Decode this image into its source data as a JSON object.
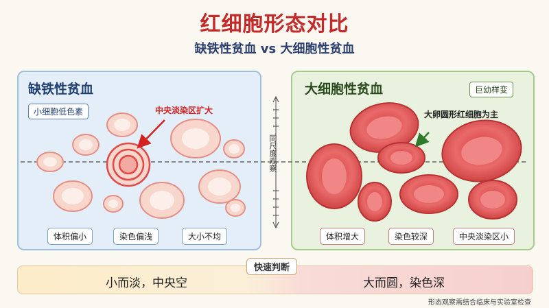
{
  "title": "红细胞形态对比",
  "subtitle": "缺铁性贫血 vs 大细胞性贫血",
  "left_panel": {
    "title": "缺铁性贫血",
    "tag": "小细胞低色素",
    "annotation": "中央淡染区扩大",
    "chips": [
      "体积偏小",
      "染色偏浅",
      "大小不均"
    ],
    "colors": {
      "cell_fill": "#f8d6cc",
      "cell_border": "#e58e85",
      "annotation": "#d32020"
    }
  },
  "right_panel": {
    "title": "大细胞性贫血",
    "tag": "巨幼样变",
    "annotation": "大卵圆形红细胞为主",
    "chips": [
      "体积增大",
      "染色较深",
      "中央淡染区小"
    ],
    "colors": {
      "cell_fill": "#e85a5a",
      "cell_border": "#b83232",
      "annotation": "#222222"
    }
  },
  "middle_label": "同尺度观察",
  "bottom": {
    "badge": "快速判断",
    "left_text": "小而淡，中央空",
    "right_text": "大而圆，染色深"
  },
  "footnote": "形态观察需结合临床与实验室检查",
  "colors": {
    "title": "#c42a2a",
    "subtitle": "#2a3f6e",
    "arrow_red": "#d32020",
    "arrow_green": "#2e7a2a"
  }
}
